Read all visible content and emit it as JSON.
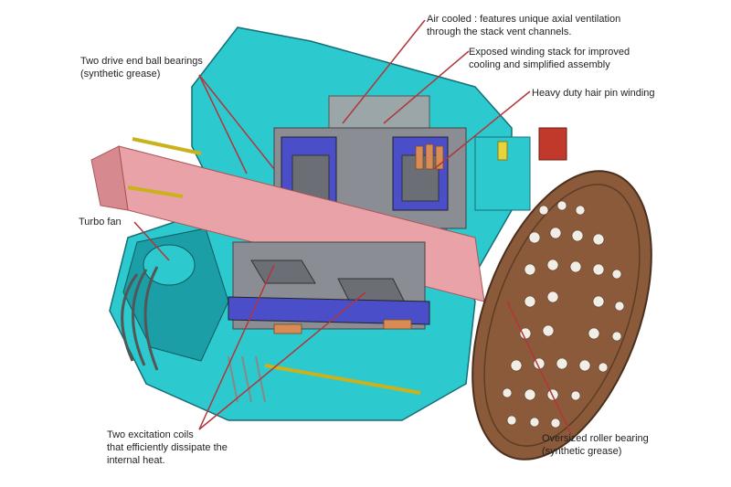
{
  "colors": {
    "housing": "#2cc9cf",
    "housing_dark": "#1c9ea6",
    "shaft": "#e9a3a8",
    "stator": "#8a8d94",
    "winding": "#4a4fc9",
    "copper": "#d98b55",
    "endplate": "#8a5a3a",
    "leader": "#b3353a",
    "yellow": "#e8d43a"
  },
  "labels": {
    "air_cooled": [
      "Air cooled : features unique axial ventilation",
      "through the stack vent channels."
    ],
    "exposed_winding": [
      "Exposed winding stack for improved",
      "cooling and simplified assembly"
    ],
    "hairpin": [
      "Heavy duty hair pin winding"
    ],
    "bearings": [
      "Two drive end ball bearings",
      "(synthetic grease)"
    ],
    "turbo_fan": [
      "Turbo fan"
    ],
    "excitation_coils": [
      "Two excitation coils",
      "that efficiently dissipate the",
      "internal heat."
    ],
    "roller_bearing": [
      "Oversized roller bearing",
      "(synthetic grease)"
    ]
  }
}
